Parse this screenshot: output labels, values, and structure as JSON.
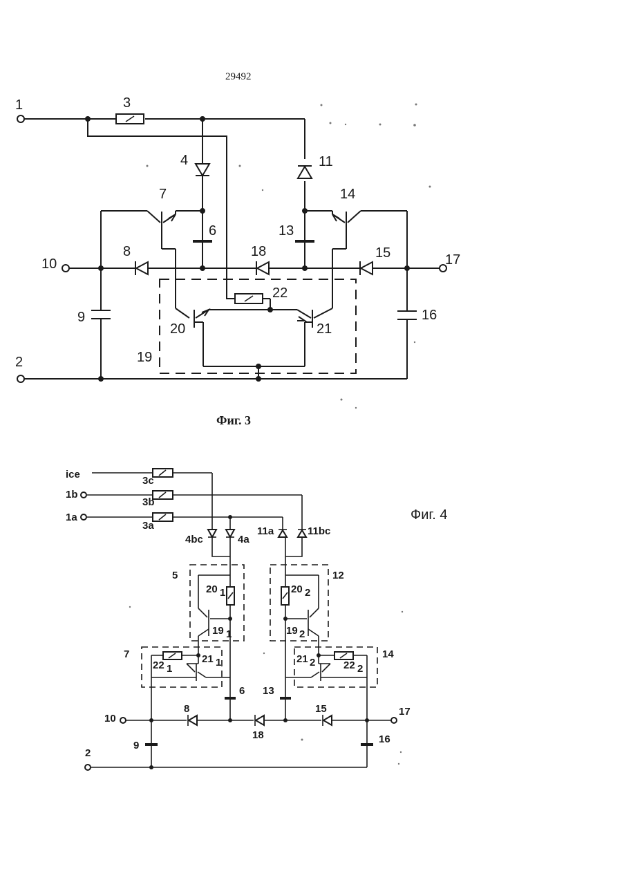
{
  "page_number": "29492",
  "fig3": {
    "caption": "Фиг. 3",
    "labels": {
      "t1": "1",
      "r3": "3",
      "d4": "4",
      "d11": "11",
      "q7": "7",
      "q14": "14",
      "c6": "6",
      "c13": "13",
      "t10": "10",
      "d8": "8",
      "d18": "18",
      "d15": "15",
      "t17": "17",
      "r22": "22",
      "c9": "9",
      "c16": "16",
      "q20": "20",
      "q21": "21",
      "b19": "19",
      "t2": "2"
    }
  },
  "fig4": {
    "caption": "Фиг. 4",
    "labels": {
      "ice": "ice",
      "t1b": "1b",
      "t1a": "1a",
      "r3c": "3c",
      "r3b": "3b",
      "r3a": "3a",
      "d4bc": "4bc",
      "d4a": "4a",
      "d11a": "11a",
      "d11bc": "11bc",
      "b5": "5",
      "b12": "12",
      "r20a": "20",
      "r20a_sub": "1",
      "r20b": "20",
      "r20b_sub": "2",
      "q19a": "19",
      "q19a_sub": "1",
      "q19b": "19",
      "q19b_sub": "2",
      "b7": "7",
      "b14": "14",
      "r22a": "22",
      "r22a_sub": "1",
      "q21a": "21",
      "q21a_sub": "1",
      "q21b": "21",
      "q21b_sub": "2",
      "r22b": "22",
      "r22b_sub": "2",
      "c6": "6",
      "c13": "13",
      "t10": "10",
      "d8": "8",
      "d15": "15",
      "t17": "17",
      "d18": "18",
      "c9": "9",
      "c16": "16",
      "t2": "2"
    }
  }
}
